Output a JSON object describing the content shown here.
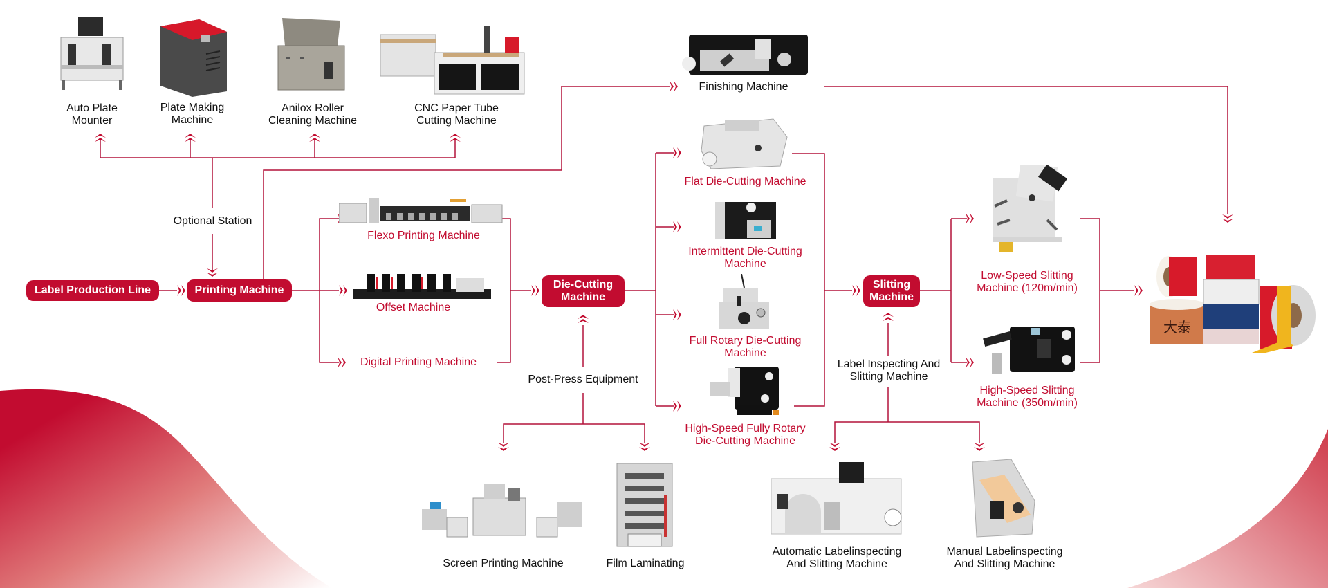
{
  "colors": {
    "accent": "#c20c30",
    "line": "#b3123a",
    "text": "#111111"
  },
  "nodes": {
    "label_production_line": "Label Production Line",
    "printing_machine": "Printing Machine",
    "die_cutting_machine": "Die-Cutting\nMachine",
    "slitting_machine": "Slitting\nMachine"
  },
  "group_labels": {
    "optional_station": "Optional Station",
    "post_press_equipment": "Post-Press Equipment",
    "label_inspecting": "Label Inspecting And\nSlitting Machine"
  },
  "optional_station_machines": [
    {
      "label": "Auto Plate\nMounter"
    },
    {
      "label": "Plate Making\nMachine"
    },
    {
      "label": "Anilox Roller\nCleaning Machine"
    },
    {
      "label": "CNC Paper Tube\nCutting Machine"
    }
  ],
  "printing_machines": [
    {
      "label": "Flexo Printing Machine"
    },
    {
      "label": "Offset Machine"
    },
    {
      "label": "Digital Printing Machine"
    }
  ],
  "finishing_machine": {
    "label": "Finishing Machine"
  },
  "die_cutting_machines": [
    {
      "label": "Flat Die-Cutting Machine"
    },
    {
      "label": "Intermittent Die-Cutting\nMachine"
    },
    {
      "label": "Full Rotary Die-Cutting\nMachine"
    },
    {
      "label": "High-Speed Fully Rotary\nDie-Cutting Machine"
    }
  ],
  "post_press_machines": [
    {
      "label": "Screen Printing Machine"
    },
    {
      "label": "Film Laminating"
    }
  ],
  "slitting_machines": [
    {
      "label": "Low-Speed Slitting\nMachine (120m/min)"
    },
    {
      "label": "High-Speed Slitting\nMachine (350m/min)"
    }
  ],
  "inspecting_machines": [
    {
      "label": "Automatic Labelinspecting\nAnd Slitting Machine"
    },
    {
      "label": "Manual Labelinspecting\nAnd Slitting Machine"
    }
  ],
  "final_product": {
    "name": "label-rolls",
    "text": "大泰"
  }
}
